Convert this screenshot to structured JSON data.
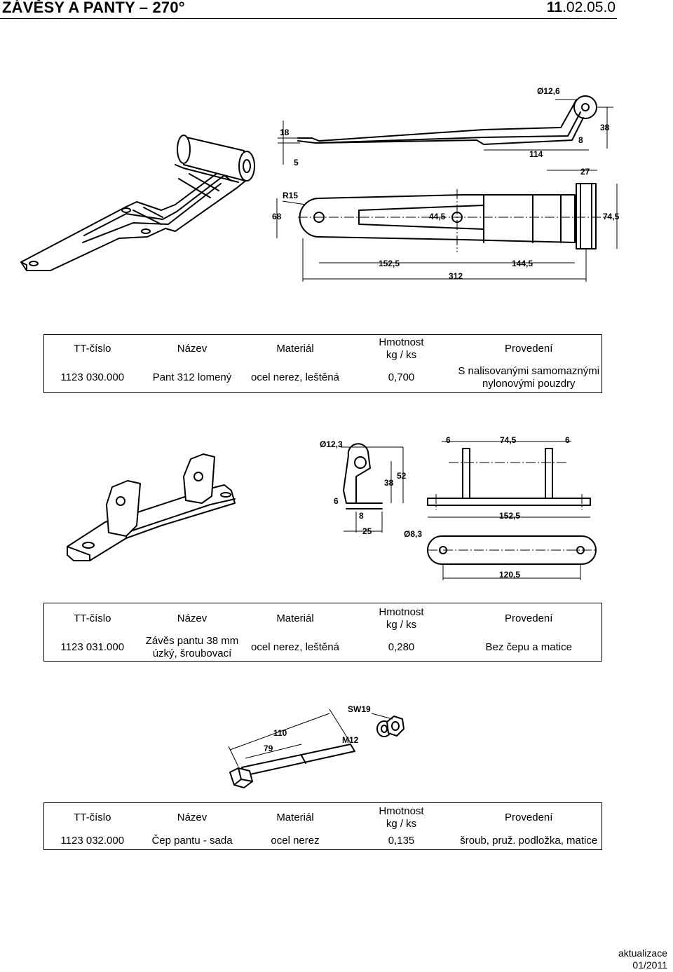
{
  "header": {
    "title": "ZÁVĚSY A PANTY – 270°",
    "code_bold": "11",
    "code_rest": ".02.05.0"
  },
  "columns": {
    "number": "TT-číslo",
    "name": "Název",
    "material": "Materiál",
    "weight_line1": "Hmotnost",
    "weight_line2": "kg / ks",
    "design": "Provedení"
  },
  "products": [
    {
      "number": "1123 030.000",
      "name_line1": "Pant 312 lomený",
      "name_line2": "",
      "material": "ocel nerez, leštěná",
      "weight": "0,700",
      "design_line1": "S nalisovanými samomaznými",
      "design_line2": "nylonovými pouzdry"
    },
    {
      "number": "1123 031.000",
      "name_line1": "Závěs pantu 38 mm",
      "name_line2": "úzký, šroubovací",
      "material": "ocel nerez, leštěná",
      "weight": "0,280",
      "design_line1": "Bez čepu a matice",
      "design_line2": ""
    },
    {
      "number": "1123 032.000",
      "name_line1": "Čep pantu - sada",
      "name_line2": "",
      "material": "ocel nerez",
      "weight": "0,135",
      "design_line1": "šroub, pruž. podložka, matice",
      "design_line2": ""
    }
  ],
  "drawing1": {
    "dims": {
      "d12_6": "Ø12,6",
      "d18": "18",
      "d5": "5",
      "d38": "38",
      "d8": "8",
      "d114": "114",
      "d27": "27",
      "r15": "R15",
      "d68": "68",
      "d44_5": "44,5",
      "d74_5": "74,5",
      "d152_5": "152,5",
      "d144_5": "144,5",
      "d312": "312"
    }
  },
  "drawing2": {
    "dims": {
      "d12_3": "Ø12,3",
      "d52": "52",
      "d38": "38",
      "d6": "6",
      "d8": "8",
      "d25": "25",
      "d8_3": "Ø8,3",
      "top6a": "6",
      "top74_5": "74,5",
      "top6b": "6",
      "d152_5": "152,5",
      "d120_5": "120,5"
    }
  },
  "drawing3": {
    "dims": {
      "sw19": "SW19",
      "d110": "110",
      "d79": "79",
      "m12": "M12"
    }
  },
  "footer": {
    "line1": "aktualizace",
    "line2": "01/2011"
  }
}
